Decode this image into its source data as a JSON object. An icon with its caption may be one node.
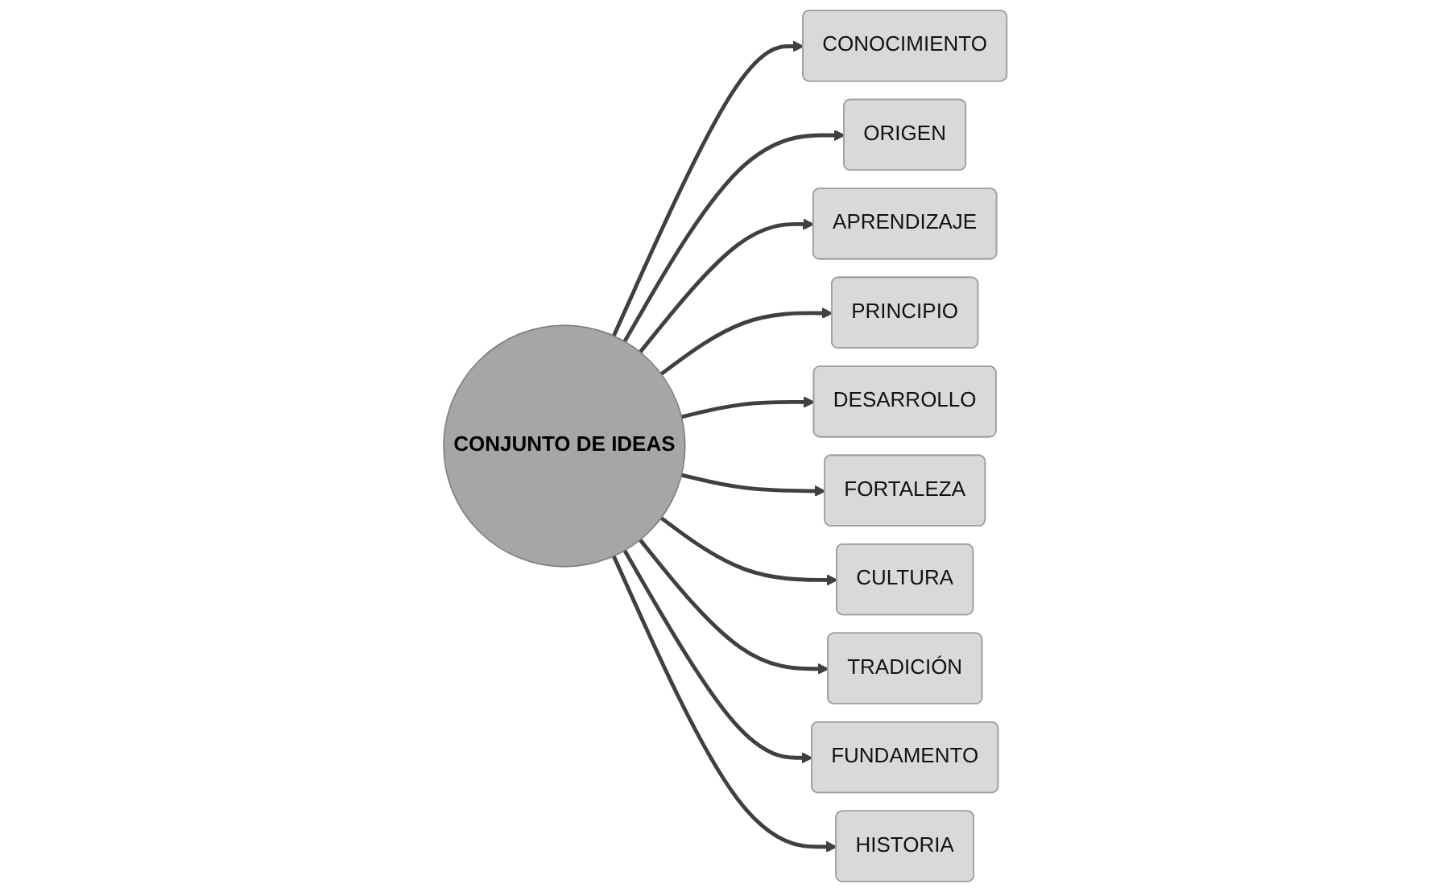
{
  "diagram": {
    "nodes": [
      {
        "text": [
          "CONOCIMIENTO"
        ]
      },
      {
        "text": [
          "ORIGEN"
        ]
      },
      {
        "text": [
          "APRENDIZAJE"
        ]
      },
      {
        "text": [
          "PRINCIPIO"
        ]
      },
      {
        "text": [
          "CONJUNTO DE IDEAS"
        ]
      },
      {
        "text": [
          "DESARROLLO"
        ]
      },
      {
        "text": [
          "FORTALEZA"
        ]
      },
      {
        "text": [
          "CULTURA"
        ]
      },
      {
        "text": [
          "TRADICIÓN"
        ]
      },
      {
        "text": [
          "FUNDAMENTO"
        ]
      },
      {
        "text": [
          "HISTORIA"
        ]
      }
    ],
    "edges": [
      {
        "from": 4,
        "to": 0,
        "arrow": "to"
      },
      {
        "from": 4,
        "to": 1,
        "arrow": "to"
      },
      {
        "from": 4,
        "to": 2,
        "arrow": "to"
      },
      {
        "from": 4,
        "to": 3,
        "arrow": "to"
      },
      {
        "from": 4,
        "to": 5,
        "arrow": "to"
      },
      {
        "from": 4,
        "to": 6,
        "arrow": "to"
      },
      {
        "from": 4,
        "to": 7,
        "arrow": "to"
      },
      {
        "from": 4,
        "to": 8,
        "arrow": "to"
      },
      {
        "from": 4,
        "to": 9,
        "arrow": "to"
      },
      {
        "from": 4,
        "to": 10,
        "arrow": "to"
      }
    ]
  }
}
